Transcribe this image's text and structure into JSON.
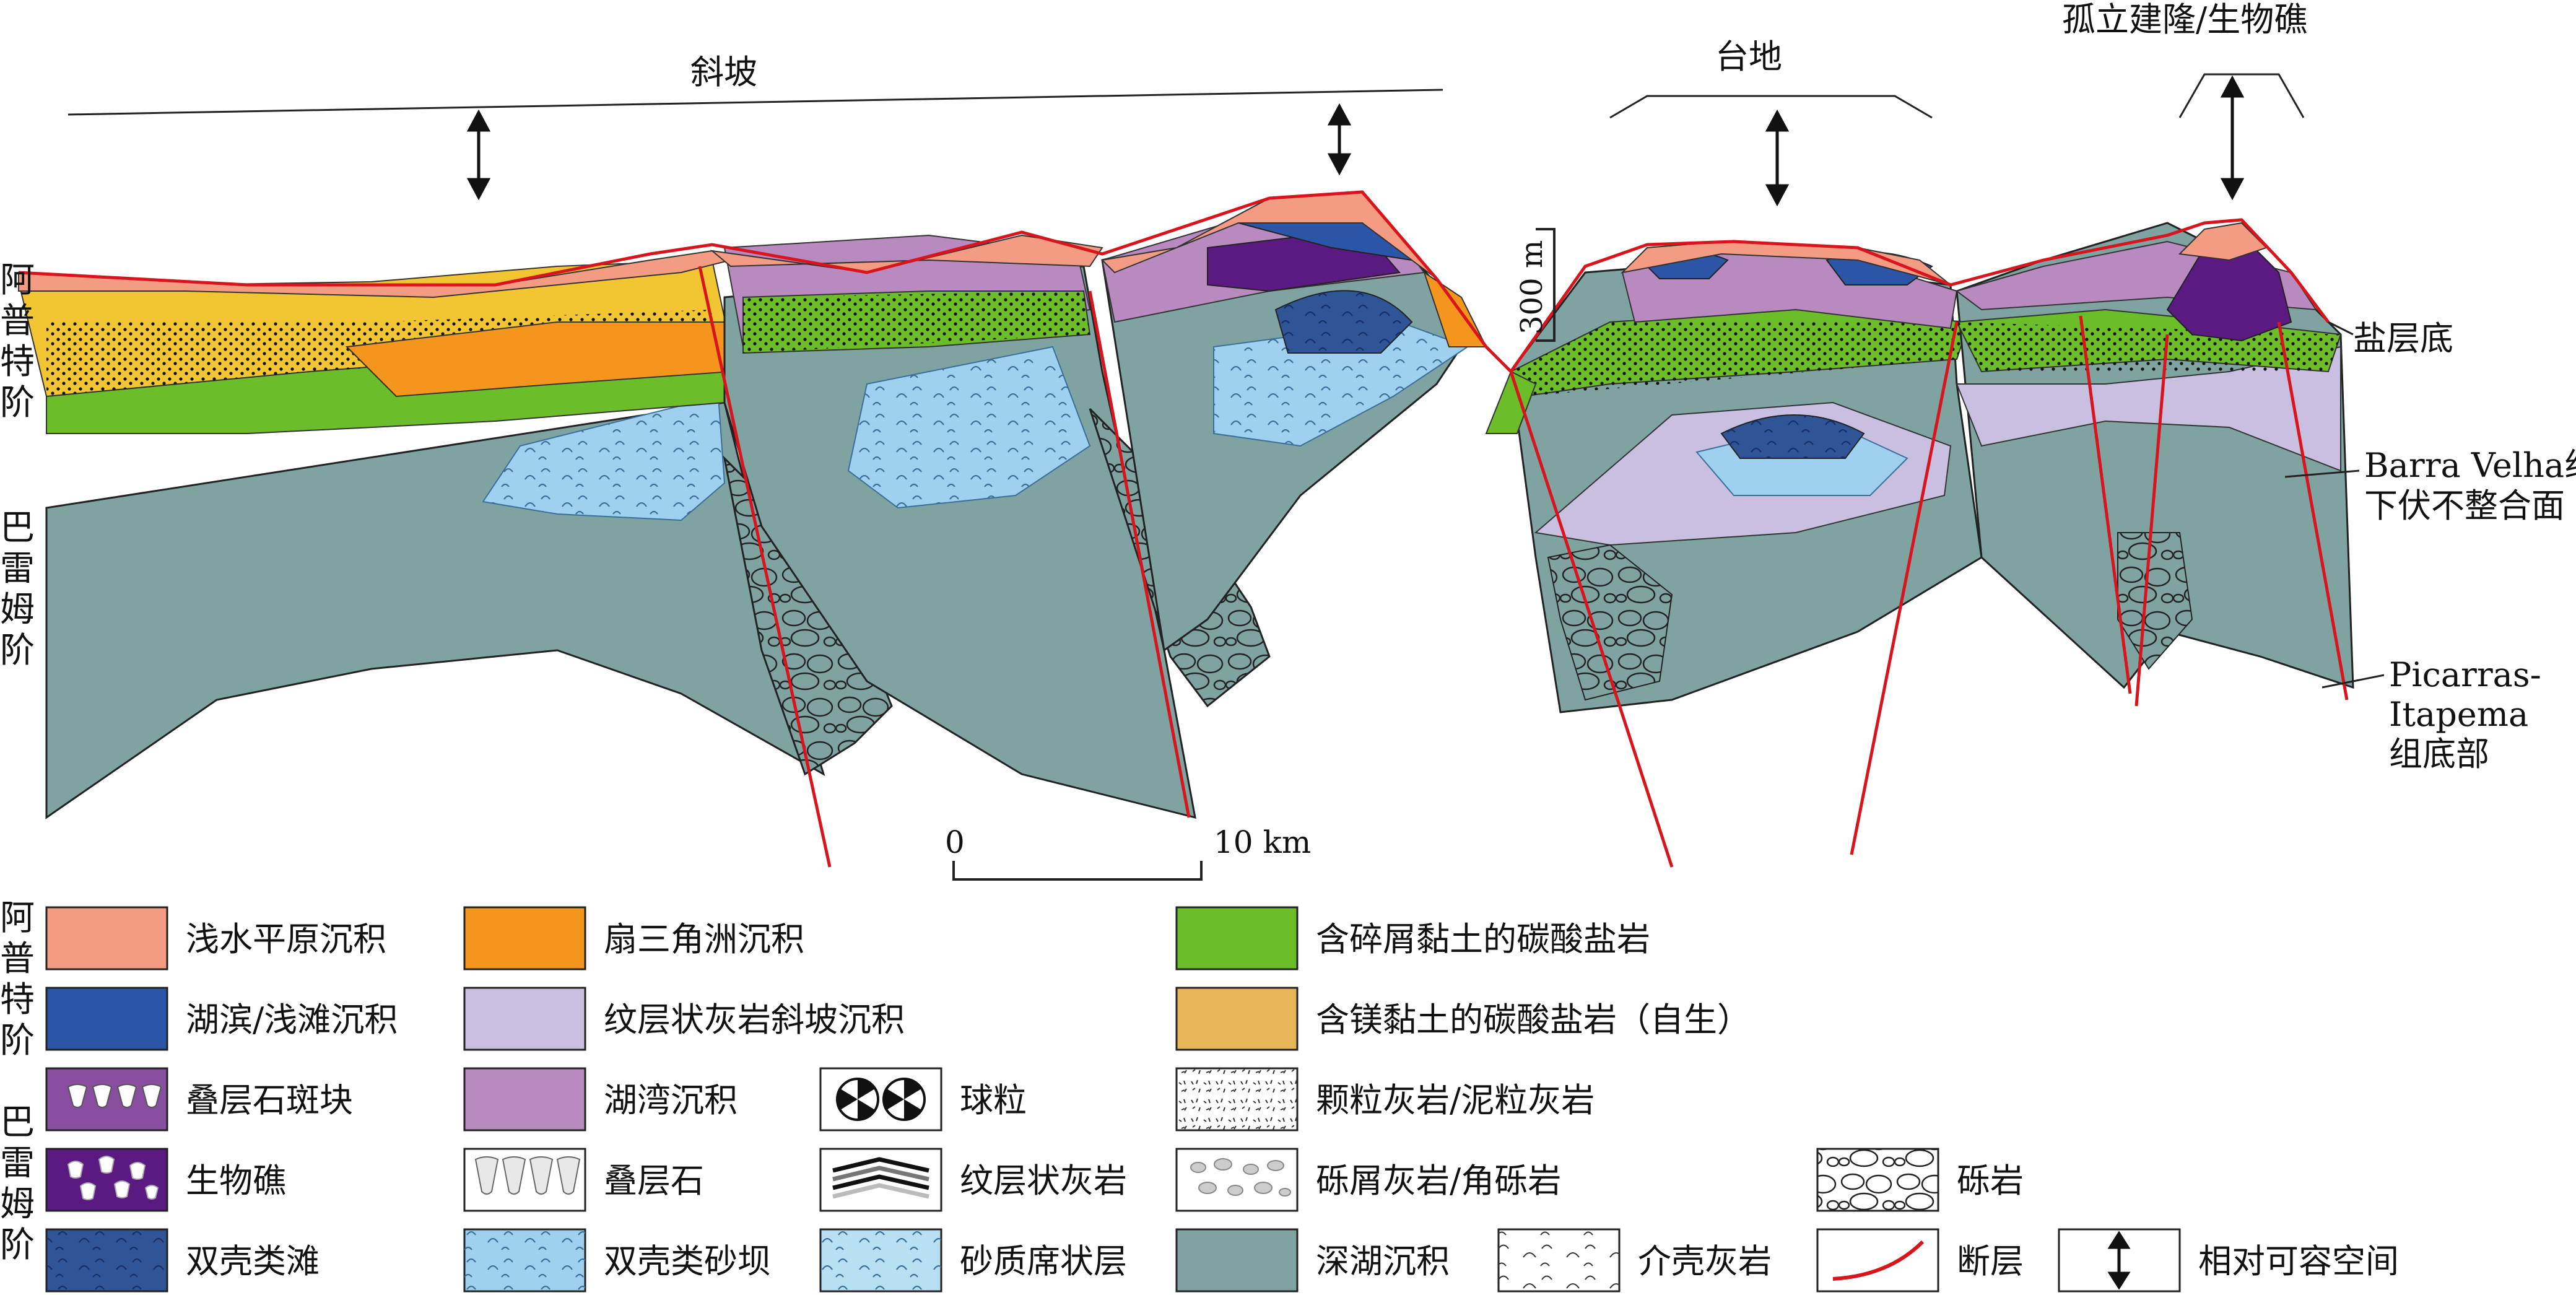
{
  "regions": {
    "slope": "斜坡",
    "platform": "台地",
    "isolated": "孤立建隆/生物礁"
  },
  "stages": {
    "aptian": "阿普特阶",
    "barremian": "巴雷姆阶"
  },
  "scale_vertical": "300 m",
  "scale_horizontal": {
    "start": "0",
    "end": "10 km"
  },
  "surfaces": {
    "salt_base": "盐层底",
    "unconformity_1": "Barra Velha组",
    "unconformity_2": "下伏不整合面",
    "picarras_1": "Picarras-",
    "picarras_2": "Itapema",
    "picarras_3": "组底部"
  },
  "legend": {
    "shallow_plain": "浅水平原沉积",
    "fan_delta": "扇三角洲沉积",
    "clay_carbonate": "含碎屑黏土的碳酸盐岩",
    "shore_shoal": "湖滨/浅滩沉积",
    "laminated_slope": "纹层状灰岩斜坡沉积",
    "mg_clay_carbonate": "含镁黏土的碳酸盐岩（自生）",
    "stromatolite_patch": "叠层石斑块",
    "lagoon": "湖湾沉积",
    "spherulite": "球粒",
    "grainstone": "颗粒灰岩/泥粒灰岩",
    "bioherm": "生物礁",
    "stromatolite": "叠层石",
    "laminite": "纹层状灰岩",
    "rudstone": "砾屑灰岩/角砾岩",
    "conglomerate": "砾岩",
    "bivalve_shoal": "双壳类滩",
    "bivalve_bar": "双壳类砂坝",
    "sand_sheet": "砂质席状层",
    "deep_lake": "深湖沉积",
    "coquina": "介壳灰岩",
    "fault": "断层",
    "accommodation": "相对可容空间"
  },
  "colors": {
    "shallow_plain": "#f39c83",
    "fan_delta": "#f4961e",
    "clay_carbonate": "#6cbd2a",
    "shore_shoal": "#2b56a8",
    "laminated_slope": "#c9bfe0",
    "mg_clay_carbonate": "#e8b458",
    "yellow_aptian": "#f2c633",
    "stromatolite_patch": "#8a4ea0",
    "lagoon": "#b98ac0",
    "bioherm": "#5b1a82",
    "bivalve_shoal": "#2f5596",
    "bivalve_bar": "#9fd0f0",
    "sand_sheet": "#b9dff2",
    "deep_lake": "#7fa3a1",
    "fault": "#d8141c"
  }
}
